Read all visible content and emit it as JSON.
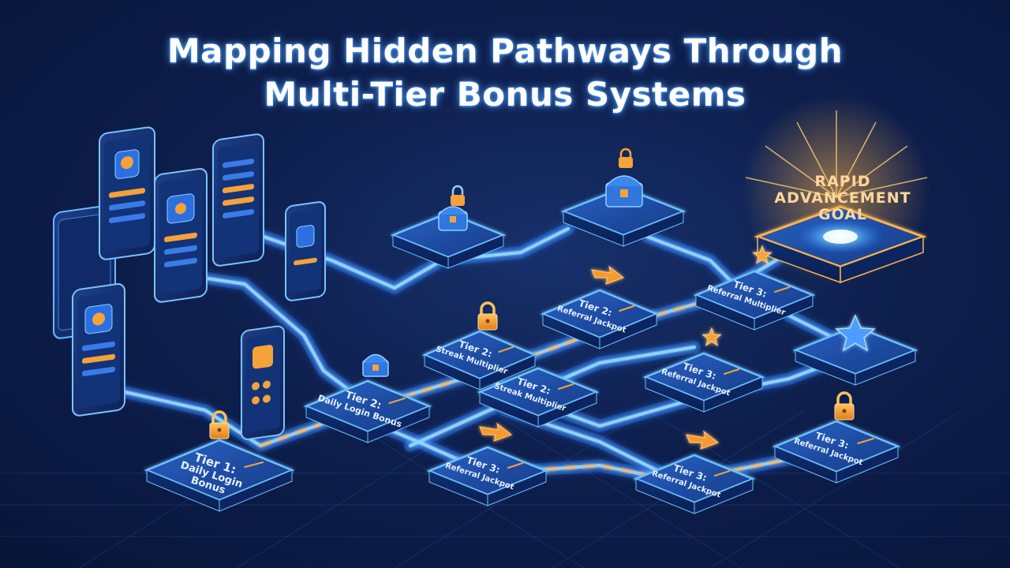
{
  "title": {
    "line1": "Mapping Hidden Pathways Through",
    "line2": "Multi-Tier Bonus Systems"
  },
  "colors": {
    "background": "#0e1f4d",
    "path_glow": "#57b8ff",
    "tile_top": "#1d4ba3",
    "tile_edge": "#5fb7ff",
    "accent_orange": "#f5a23a",
    "goal_glow": "#ffc36b"
  },
  "goal": {
    "line1": "RAPID",
    "line2": "ADVANCEMENT",
    "line3": "GOAL"
  },
  "tiles": {
    "t1": {
      "tier": "Tier 1:",
      "line1": "Daily Login",
      "line2": "Bonus",
      "icon": "padlock-icon"
    },
    "t2a": {
      "tier": "Tier 2:",
      "line1": "Daily Login Bonus",
      "icon": "treasure-chest-icon"
    },
    "t2b": {
      "tier": "Tier 2:",
      "line1": "Streak Multiplier",
      "icon": "padlock-icon"
    },
    "t2c": {
      "tier": "Tier 2:",
      "line1": "Referral Jackpot",
      "icon": "arrow-icon"
    },
    "t2d": {
      "tier": "Tier 2:",
      "line1": "Streak Multiplier",
      "icon": ""
    },
    "t3a": {
      "tier": "Tier 3:",
      "line1": "Referral Jackpot",
      "icon": "arrow-icon"
    },
    "t3b": {
      "tier": "Tier 3:",
      "line1": "Referral Multiplier",
      "icon": "star-icon"
    },
    "t3c": {
      "tier": "Tier 3:",
      "line1": "Referral Jackpot",
      "icon": "star-icon"
    },
    "t3d": {
      "tier": "Tier 3:",
      "line1": "Referral Jackpot",
      "icon": "arrow-icon"
    },
    "t3e": {
      "tier": "Tier 3:",
      "line1": "Referral Jackpot",
      "icon": "padlock-icon"
    }
  }
}
